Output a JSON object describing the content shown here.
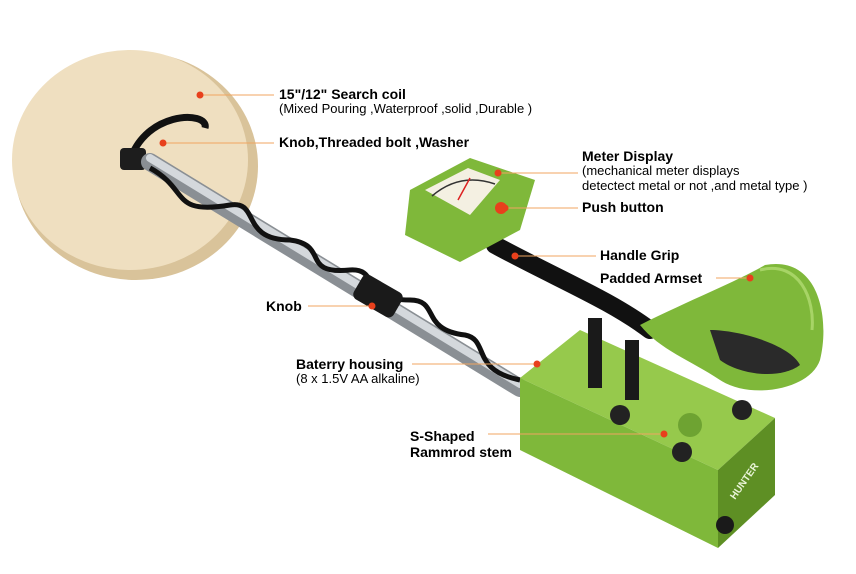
{
  "callouts": {
    "search_coil": {
      "title": "15\"/12\" Search coil",
      "detail": "(Mixed Pouring ,Waterproof ,solid ,Durable )"
    },
    "knob_bolt": {
      "title": "Knob,Threaded bolt ,Washer"
    },
    "meter_display": {
      "title": "Meter Display",
      "detail_1": "(mechanical meter displays",
      "detail_2": "detectect metal or not ,and metal type   )"
    },
    "push_button": {
      "title": "Push button"
    },
    "handle_grip": {
      "title": "Handle Grip"
    },
    "padded_armset": {
      "title": "Padded Armset"
    },
    "knob": {
      "title": "Knob"
    },
    "battery_housing": {
      "title": "Baterry housing",
      "detail": "(8 x 1.5V AA alkaline)"
    },
    "s_stem": {
      "title_1": "S-Shaped",
      "title_2": "Rammrod stem"
    }
  },
  "device": {
    "brand": "HUNTER"
  },
  "colors": {
    "coil": "#efdfc0",
    "body": "#7fb83a",
    "body_dark": "#5e8f24",
    "cable": "#111111",
    "leader": "#f0a560",
    "dot": "#e8401c"
  }
}
